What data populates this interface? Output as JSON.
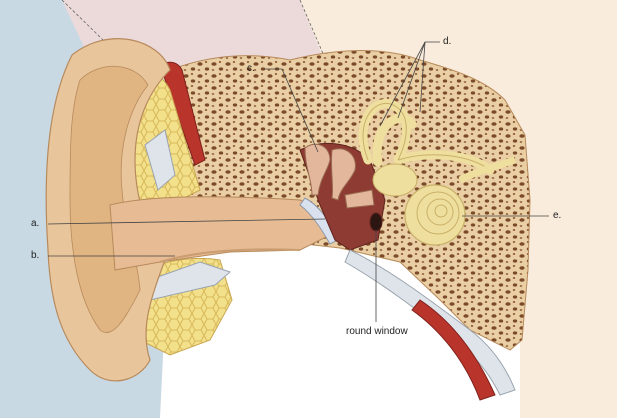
{
  "diagram": {
    "labels": {
      "a": "a.",
      "b": "b.",
      "c": "c.",
      "d": "d.",
      "e": "e.",
      "round_window": "round window"
    },
    "colors": {
      "outer_zone": "#c9d9e4",
      "middle_zone": "#ecdada",
      "inner_zone": "#f9ecdc",
      "skin": "#e9c59c",
      "bone": "#e9cfa3",
      "bone_pore": "#7a4a2a",
      "fat": "#f3e08a",
      "muscle": "#b9352b",
      "cartilage_gray": "#dfe4ea",
      "cochlea": "#efdf9e",
      "tympanic_membrane": "#d9e1ef",
      "ossicle": "#e3b79c",
      "middle_cavity": "#8e3b33"
    }
  }
}
